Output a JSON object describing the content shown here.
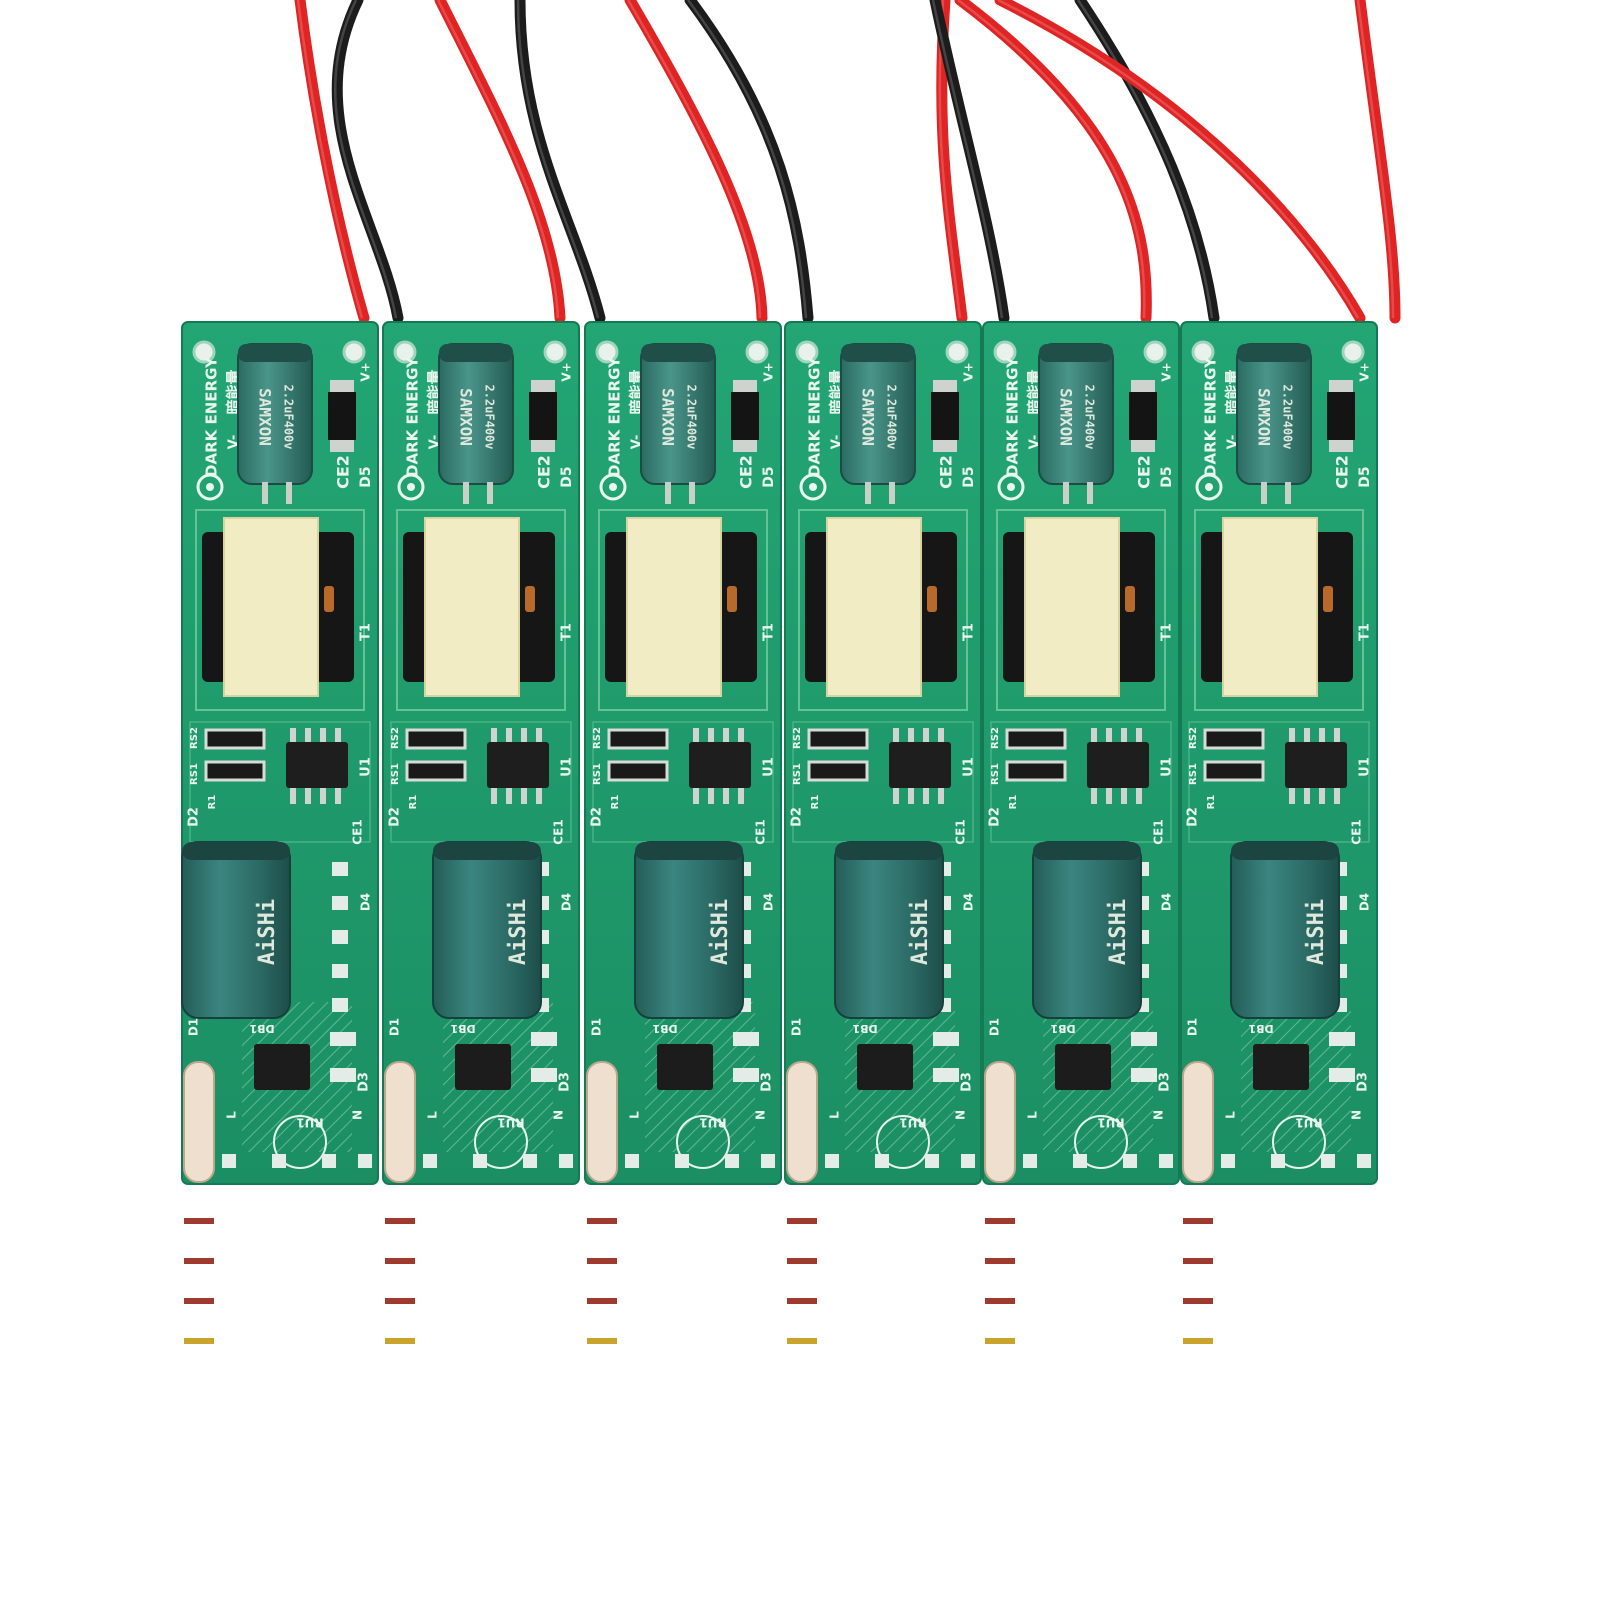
{
  "image": {
    "subject": "six-led-driver-boards",
    "colors": {
      "background": "#ffffff",
      "pcb": "#1f9a6c",
      "pcb_dark": "#137a52",
      "silkscreen": "#e8f6ee",
      "wire_red": "#e02424",
      "wire_black": "#1c1c1c",
      "capacitor": "#2f6f6a",
      "transformer_tape": "#f1ecc4",
      "ferrite_core": "#161616"
    }
  },
  "boards": [
    {
      "brand": "DARK ENERGY",
      "brand_logo_text": "暗能量",
      "small_cap_text": "SAMXON",
      "small_cap_rating": "2.2uF400v",
      "big_cap_text": "AiSHi",
      "labels": {
        "ce2": "CE2",
        "d5": "D5",
        "t1": "T1",
        "u1": "U1",
        "rs1": "RS1",
        "rs2": "RS2",
        "r1": "R1",
        "d1": "D1",
        "d2": "D2",
        "d3": "D3",
        "d4": "D4",
        "db1": "DB1",
        "ce1": "CE1",
        "ru1": "RU1",
        "l": "L",
        "n": "N",
        "v_minus": "V-",
        "v_plus": "V+"
      }
    },
    {
      "brand": "DARK ENERGY",
      "brand_logo_text": "暗能量",
      "small_cap_text": "SAMXON",
      "small_cap_rating": "2.2uF400v",
      "big_cap_text": "AiSHi",
      "labels": {
        "ce2": "CE2",
        "d5": "D5",
        "t1": "T1",
        "u1": "U1",
        "rs1": "RS1",
        "rs2": "RS2",
        "r1": "R1",
        "d1": "D1",
        "d2": "D2",
        "d3": "D3",
        "d4": "D4",
        "db1": "DB1",
        "ce1": "CE1",
        "ru1": "RU1",
        "l": "L",
        "n": "N",
        "v_minus": "V-",
        "v_plus": "V+"
      }
    },
    {
      "brand": "DARK ENERGY",
      "brand_logo_text": "暗能量",
      "small_cap_text": "SAMXON",
      "small_cap_rating": "2.2uF400v",
      "big_cap_text": "AiSHi",
      "labels": {
        "ce2": "CE2",
        "d5": "D5",
        "t1": "T1",
        "u1": "U1",
        "rs1": "RS1",
        "rs2": "RS2",
        "r1": "R1",
        "d1": "D1",
        "d2": "D2",
        "d3": "D3",
        "d4": "D4",
        "db1": "DB1",
        "ce1": "CE1",
        "ru1": "RU1",
        "l": "L",
        "n": "N",
        "v_minus": "V-",
        "v_plus": "V+"
      }
    },
    {
      "brand": "DARK ENERGY",
      "brand_logo_text": "暗能量",
      "small_cap_text": "SAMXON",
      "small_cap_rating": "2.2uF400v",
      "big_cap_text": "AiSHi",
      "labels": {
        "ce2": "CE2",
        "d5": "D5",
        "t1": "T1",
        "u1": "U1",
        "rs1": "RS1",
        "rs2": "RS2",
        "r1": "R1",
        "d1": "D1",
        "d2": "D2",
        "d3": "D3",
        "d4": "D4",
        "db1": "DB1",
        "ce1": "CE1",
        "ru1": "RU1",
        "l": "L",
        "n": "N",
        "v_minus": "V-",
        "v_plus": "V+"
      }
    },
    {
      "brand": "DARK ENERGY",
      "brand_logo_text": "暗能量",
      "small_cap_text": "SAMXON",
      "small_cap_rating": "2.2uF400v",
      "big_cap_text": "AiSHi",
      "labels": {
        "ce2": "CE2",
        "d5": "D5",
        "t1": "T1",
        "u1": "U1",
        "rs1": "RS1",
        "rs2": "RS2",
        "r1": "R1",
        "d1": "D1",
        "d2": "D2",
        "d3": "D3",
        "d4": "D4",
        "db1": "DB1",
        "ce1": "CE1",
        "ru1": "RU1",
        "l": "L",
        "n": "N",
        "v_minus": "V-",
        "v_plus": "V+"
      }
    },
    {
      "brand": "DARK ENERGY",
      "brand_logo_text": "暗能量",
      "small_cap_text": "SAMXON",
      "small_cap_rating": "2.2uF400v",
      "big_cap_text": "AiSHi",
      "labels": {
        "ce2": "CE2",
        "d5": "D5",
        "t1": "T1",
        "u1": "U1",
        "rs1": "RS1",
        "rs2": "RS2",
        "r1": "R1",
        "d1": "D1",
        "d2": "D2",
        "d3": "D3",
        "d4": "D4",
        "db1": "DB1",
        "ce1": "CE1",
        "ru1": "RU1",
        "l": "L",
        "n": "N",
        "v_minus": "V-",
        "v_plus": "V+"
      }
    }
  ]
}
